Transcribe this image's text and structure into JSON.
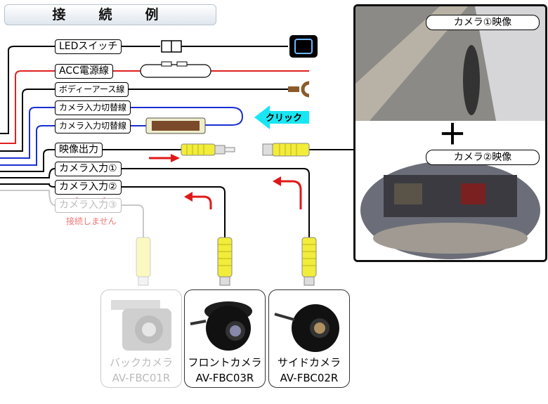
{
  "title": "接　続　例",
  "wires": {
    "led": "LEDスイッチ",
    "acc": "ACC電源線",
    "body": "ボディーアース線",
    "switch1": "カメラ入力切替線",
    "switch2": "カメラ入力切替線",
    "video_out": "映像出力",
    "cam_in1": "カメラ入力①",
    "cam_in2": "カメラ入力②",
    "cam_in3": "カメラ入力③",
    "cam_in3_note": "接続しません"
  },
  "click_label": "クリック",
  "cameras": [
    {
      "name": "バックカメラ",
      "model": "AV-FBC01R",
      "state": "unused"
    },
    {
      "name": "フロントカメラ",
      "model": "AV-FBC03R",
      "state": "used"
    },
    {
      "name": "サイドカメラ",
      "model": "AV-FBC02R",
      "state": "used"
    }
  ],
  "panel": {
    "image1_label": "カメラ①映像",
    "plus": "＋",
    "image2_label": "カメラ②映像"
  },
  "colors": {
    "red_wire": "#e02020",
    "blue_wire": "#1a2fd0",
    "plug_yellow": "#f2ec3a",
    "arrow_red": "#e01818",
    "click_cyan": "#18e6f2"
  }
}
